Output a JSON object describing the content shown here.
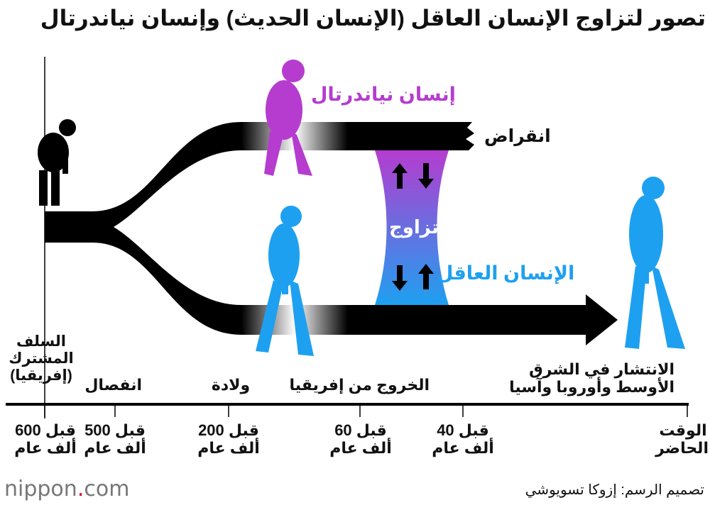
{
  "title": "تصور لتزاوج الإنسان العاقل (الإنسان الحديث) وإنسان نياندرتال",
  "labels": {
    "neanderthal": "إنسان نياندرتال",
    "sapiens": "الإنسان العاقل",
    "extinction": "انقراض",
    "interbreeding": "تزاوج"
  },
  "events": {
    "ancestor": [
      "السلف",
      "المشترك",
      "(إفريقيا)"
    ],
    "split": "انفصال",
    "birth": "ولادة",
    "out_of_africa": "الخروج من إفريقيا",
    "spread": [
      "الانتشار في الشرق",
      "الأوسط وأوروبا وآسيا"
    ]
  },
  "ticks": [
    {
      "l1": "قبل 600",
      "l2": "ألف عام"
    },
    {
      "l1": "قبل 500",
      "l2": "ألف عام"
    },
    {
      "l1": "قبل 200",
      "l2": "ألف عام"
    },
    {
      "l1": "قبل 60",
      "l2": "ألف عام"
    },
    {
      "l1": "قبل 40",
      "l2": "ألف عام"
    },
    {
      "l1": "الوقت",
      "l2": "الحاضر"
    }
  ],
  "logo": {
    "name": "nippon",
    "dot": ".",
    "tld": "com"
  },
  "credit": "تصميم الرسم: إزوكا تسويوشي",
  "colors": {
    "neanderthal": "#b53ccf",
    "sapiens": "#1ea0f0",
    "branch": "#000000"
  }
}
